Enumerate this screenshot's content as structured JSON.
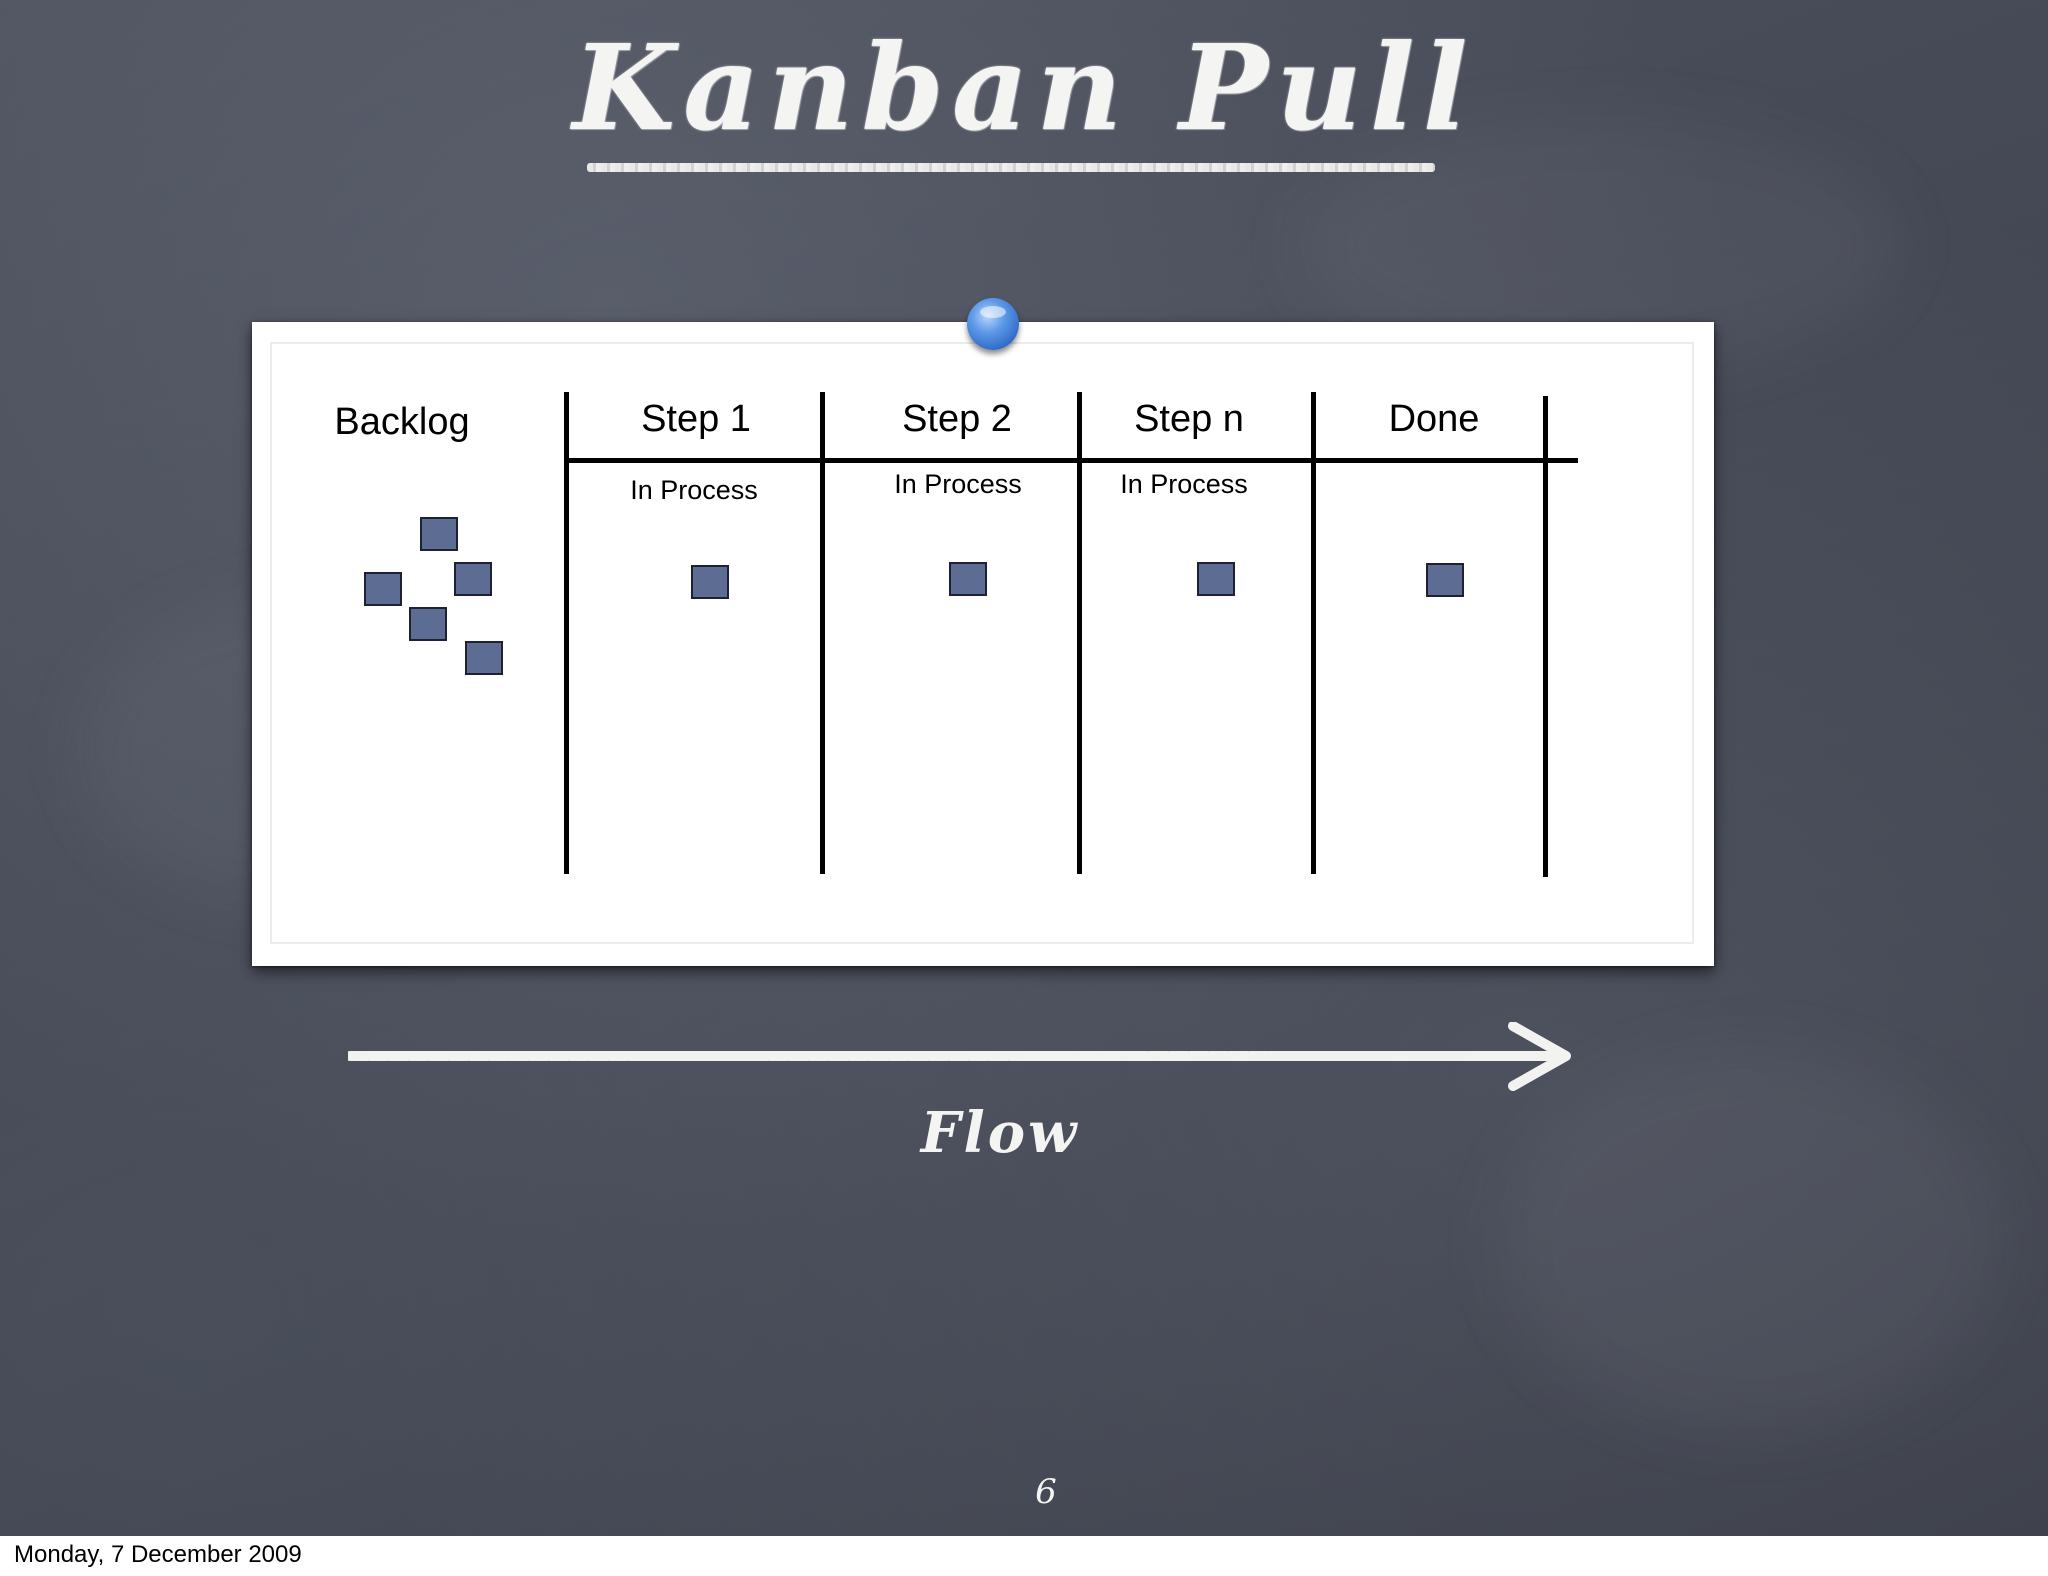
{
  "slide": {
    "title": "Kanban Pull",
    "flow_label": "Flow",
    "page_number": "6"
  },
  "board": {
    "columns": [
      {
        "heading": "Backlog",
        "sub_label": ""
      },
      {
        "heading": "Step 1",
        "sub_label": "In Process"
      },
      {
        "heading": "Step 2",
        "sub_label": "In Process"
      },
      {
        "heading": "Step n",
        "sub_label": "In Process"
      },
      {
        "heading": "Done",
        "sub_label": ""
      }
    ],
    "item_counts": {
      "backlog": 5,
      "step_1": 1,
      "step_2": 1,
      "step_n": 1,
      "done": 1
    }
  },
  "footer": {
    "date": "Monday, 7 December 2009"
  },
  "colors": {
    "chalkboard": "#454955",
    "chalk": "#f4f4f2",
    "card_item": "#5d6c92",
    "pin": "#5f9ae8"
  }
}
